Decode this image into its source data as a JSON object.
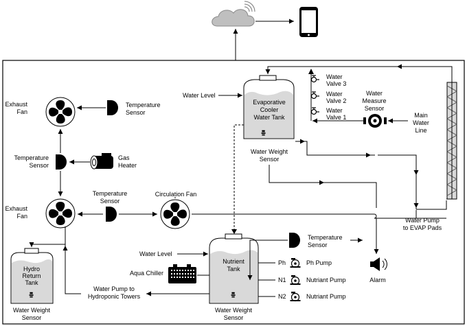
{
  "colors": {
    "line": "#000000",
    "tank_fill": "#d9d9d9",
    "cloud_fill": "#bfbfbf",
    "radiator_fill": "#d9d9d9"
  },
  "icons": [
    "cloud-icon",
    "smartphone-icon",
    "fan-icon",
    "temperature-sensor-icon",
    "gas-heater-icon",
    "water-valve-icon",
    "water-meter-icon",
    "pump-icon",
    "alarm-icon",
    "aqua-chiller-icon",
    "tank-icon"
  ],
  "labels": {
    "exhaust_fan_top": [
      "Exhaust",
      "Fan"
    ],
    "temp_sensor_top": [
      "Temperature",
      "Sensor"
    ],
    "temp_sensor_left": [
      "Temperature",
      "Sensor"
    ],
    "gas_heater": [
      "Gas",
      "Heater"
    ],
    "exhaust_fan_bottom": [
      "Exhaust",
      "Fan"
    ],
    "temp_sensor_mid": [
      "Temperature",
      "Sensor"
    ],
    "circulation_fan": "Circulation Fan",
    "water_level_top": "Water Level",
    "evap_tank": [
      "Evaporative",
      "Cooler",
      "Water Tank"
    ],
    "water_weight_sensor_top": [
      "Water Weight",
      "Sensor"
    ],
    "water_valve_3": [
      "Water",
      "Valve 3"
    ],
    "water_valve_2": [
      "Water",
      "Valve 2"
    ],
    "water_valve_1": [
      "Water",
      "Valve 1"
    ],
    "water_measure_sensor": [
      "Water",
      "Measure",
      "Sensor"
    ],
    "main_water_line": [
      "Main",
      "Water",
      "Line"
    ],
    "water_pump_evap": [
      "Water Pump",
      "to EVAP Pads"
    ],
    "water_level_bottom": "Water Level",
    "nutrient_tank": [
      "Nutrient",
      "Tank"
    ],
    "aqua_chiller": "Aqua Chiller",
    "water_weight_sensor_bottom": [
      "Water Weight",
      "Sensor"
    ],
    "temp_sensor_right": [
      "Temperature",
      "Sensor"
    ],
    "ph_short": "Ph",
    "ph_pump": "Ph Pump",
    "n1": "N1",
    "nutriant_pump_1": "Nutriant Pump",
    "n2": "N2",
    "nutriant_pump_2": "Nutriant Pump",
    "alarm": "Alarm",
    "hydro_return_tank": [
      "Hydro",
      "Return",
      "Tank"
    ],
    "water_weight_sensor_left": [
      "Water Weight",
      "Sensor"
    ],
    "water_pump_hydro": [
      "Water Pump to",
      "Hydroponic Towers"
    ]
  }
}
